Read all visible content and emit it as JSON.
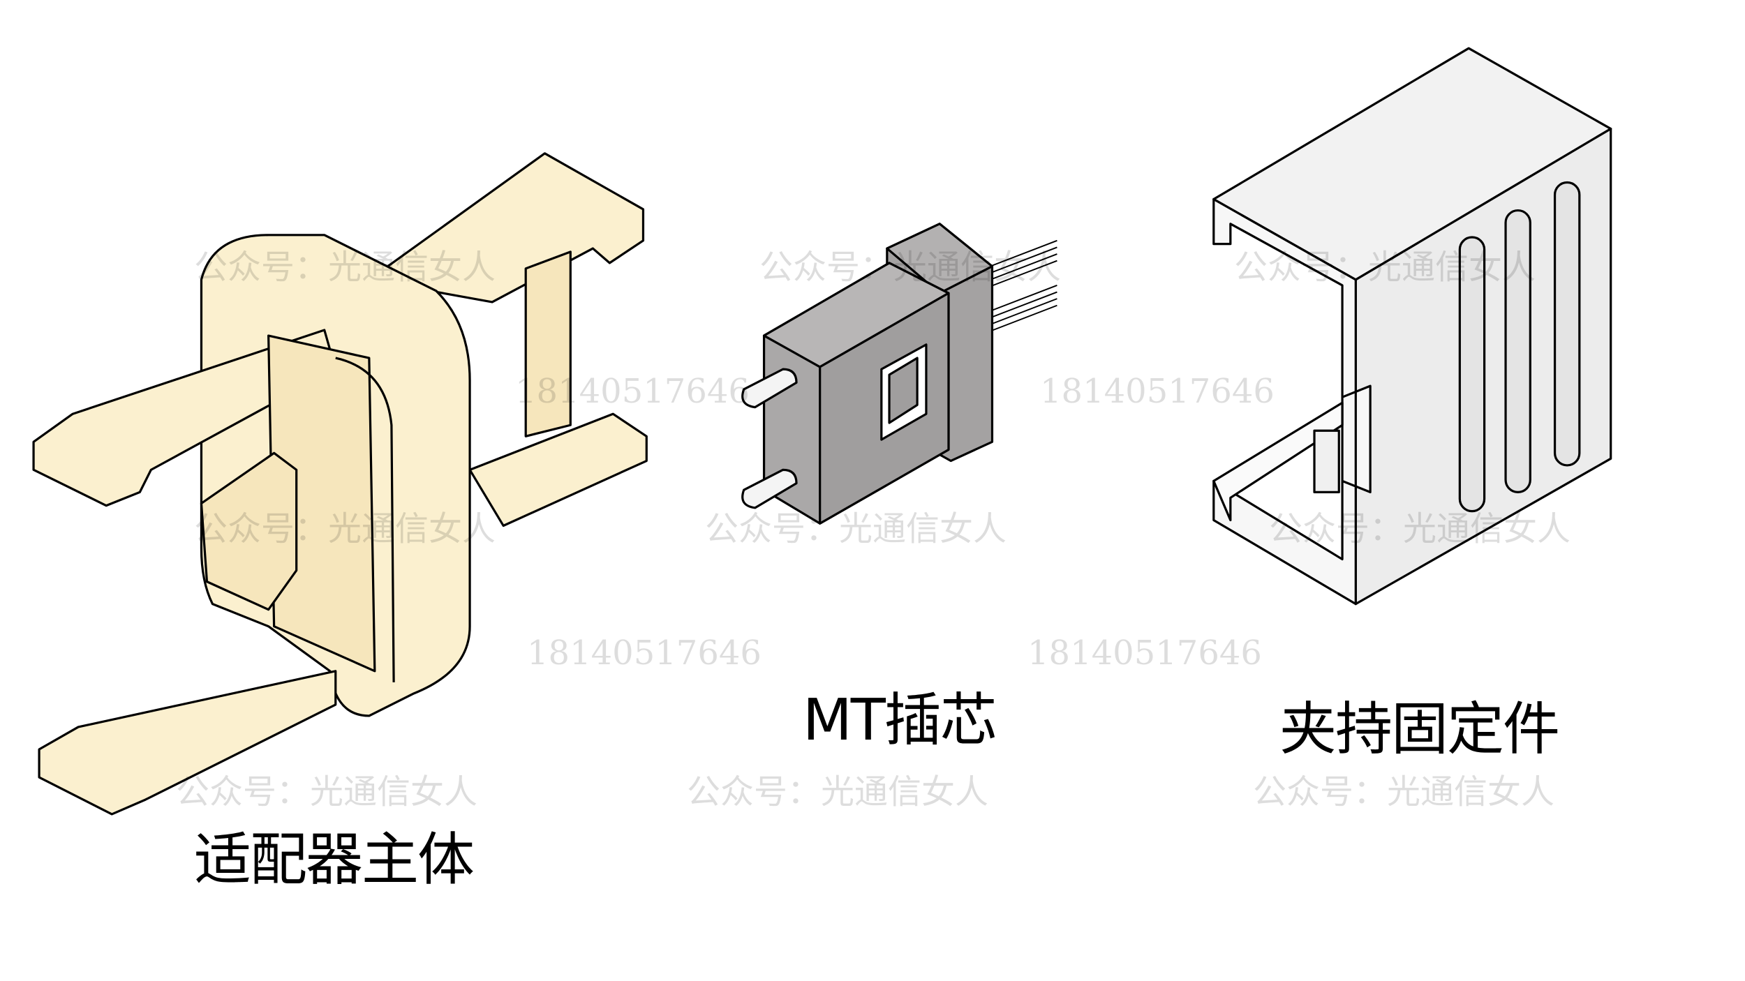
{
  "labels": {
    "adapter_body": "适配器主体",
    "mt_ferrule": "MT插芯",
    "clamp_fixture": "夹持固定件"
  },
  "watermarks": {
    "account": "公众号：光通信女人",
    "phone": "18140517646"
  },
  "colors": {
    "adapter": "#fbf0cf",
    "ferrule": "#aaa8a8",
    "clamp": "#f1f1f1",
    "outline": "#000000"
  }
}
